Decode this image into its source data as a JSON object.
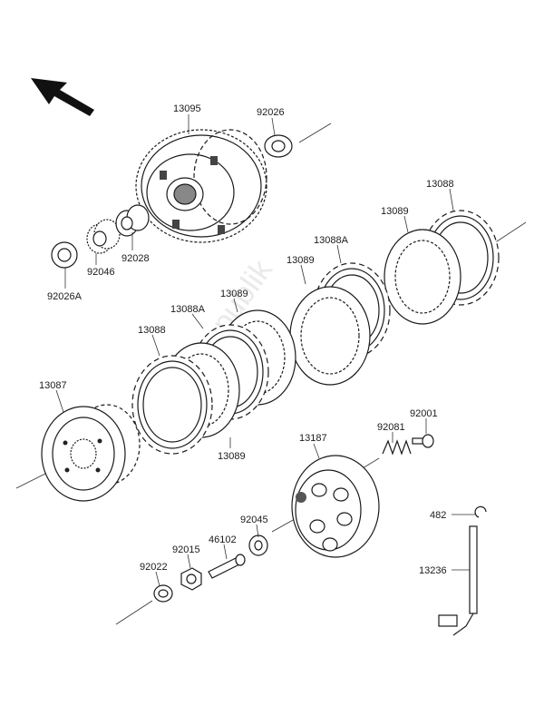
{
  "watermark": "PartsRepublik",
  "labels": {
    "p13095": "13095",
    "p92026": "92026",
    "p92026A": "92026A",
    "p92046": "92046",
    "p92028": "92028",
    "p13088_top": "13088",
    "p13089_top": "13089",
    "p13088A_top": "13088A",
    "p13089_mid": "13089",
    "p13089_left": "13089",
    "p13088A_left": "13088A",
    "p13088_left": "13088",
    "p13087": "13087",
    "p13089_bottom": "13089",
    "p13187": "13187",
    "p92081": "92081",
    "p92001": "92001",
    "p92045": "92045",
    "p46102": "46102",
    "p92015": "92015",
    "p92022": "92022",
    "p482": "482",
    "p13236": "13236"
  }
}
